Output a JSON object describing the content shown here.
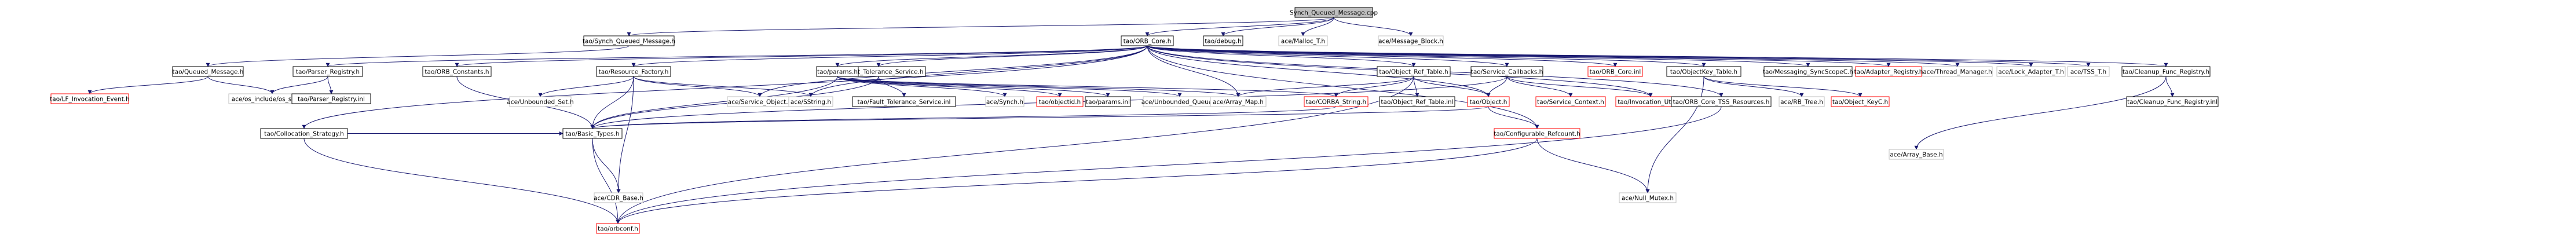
{
  "graph": {
    "root": "Synch_Queued_Message.cpp",
    "colors": {
      "root_fill": "#bfbfbf",
      "node_fill": "#ffffff",
      "border": "#000000",
      "missing_border": "#ff0000",
      "edge": "#191970"
    },
    "nodes": [
      {
        "id": "root",
        "label": "Synch_Queued_Message.cpp",
        "kind": "root"
      },
      {
        "id": "sqm_h",
        "label": "tao/Synch_Queued_Message.h",
        "kind": "doc"
      },
      {
        "id": "orb_core_h",
        "label": "tao/ORB_Core.h",
        "kind": "doc"
      },
      {
        "id": "debug_h",
        "label": "tao/debug.h",
        "kind": "doc"
      },
      {
        "id": "malloc_t",
        "label": "ace/Malloc_T.h",
        "kind": "plain"
      },
      {
        "id": "msg_block",
        "label": "ace/Message_Block.h",
        "kind": "plain"
      },
      {
        "id": "queued_msg",
        "label": "tao/Queued_Message.h",
        "kind": "doc"
      },
      {
        "id": "lf_inv_event",
        "label": "tao/LF_Invocation_Event.h",
        "kind": "missing"
      },
      {
        "id": "os_stddef",
        "label": "ace/os_include/os_stddef.h",
        "kind": "plain"
      },
      {
        "id": "parser_reg",
        "label": "tao/Parser_Registry.h",
        "kind": "doc"
      },
      {
        "id": "parser_reg_inl",
        "label": "tao/Parser_Registry.inl",
        "kind": "doc"
      },
      {
        "id": "collocation",
        "label": "tao/Collocation_Strategy.h",
        "kind": "doc"
      },
      {
        "id": "orb_consts",
        "label": "tao/ORB_Constants.h",
        "kind": "doc"
      },
      {
        "id": "res_factory",
        "label": "tao/Resource_Factory.h",
        "kind": "doc"
      },
      {
        "id": "unbounded_set",
        "label": "ace/Unbounded_Set.h",
        "kind": "plain"
      },
      {
        "id": "service_obj",
        "label": "ace/Service_Object.h",
        "kind": "plain"
      },
      {
        "id": "sstring",
        "label": "ace/SString.h",
        "kind": "plain"
      },
      {
        "id": "basic_types",
        "label": "tao/Basic_Types.h",
        "kind": "doc"
      },
      {
        "id": "cdr_base",
        "label": "ace/CDR_Base.h",
        "kind": "plain"
      },
      {
        "id": "orbconf",
        "label": "tao/orbconf.h",
        "kind": "missing"
      },
      {
        "id": "ft_service",
        "label": "tao/Fault_Tolerance_Service.h",
        "kind": "doc"
      },
      {
        "id": "ft_service_inl",
        "label": "tao/Fault_Tolerance_Service.inl",
        "kind": "doc"
      },
      {
        "id": "params_h",
        "label": "tao/params.h",
        "kind": "doc"
      },
      {
        "id": "synch_h",
        "label": "ace/Synch.h",
        "kind": "plain"
      },
      {
        "id": "objectid",
        "label": "tao/objectid.h",
        "kind": "missing"
      },
      {
        "id": "params_inl",
        "label": "tao/params.inl",
        "kind": "doc"
      },
      {
        "id": "unbounded_queue",
        "label": "ace/Unbounded_Queue.h",
        "kind": "plain"
      },
      {
        "id": "array_map",
        "label": "ace/Array_Map.h",
        "kind": "plain"
      },
      {
        "id": "corba_string",
        "label": "tao/CORBA_String.h",
        "kind": "missing"
      },
      {
        "id": "obj_ref_table",
        "label": "tao/Object_Ref_Table.h",
        "kind": "doc"
      },
      {
        "id": "obj_ref_table_inl",
        "label": "tao/Object_Ref_Table.inl",
        "kind": "doc"
      },
      {
        "id": "svc_callbacks",
        "label": "tao/Service_Callbacks.h",
        "kind": "doc"
      },
      {
        "id": "object_h",
        "label": "tao/Object.h",
        "kind": "missing"
      },
      {
        "id": "configurable_refcount",
        "label": "tao/Configurable_Refcount.h",
        "kind": "missing"
      },
      {
        "id": "service_context",
        "label": "tao/Service_Context.h",
        "kind": "missing"
      },
      {
        "id": "invocation_utils",
        "label": "tao/Invocation_Utils.h",
        "kind": "missing"
      },
      {
        "id": "null_mutex",
        "label": "ace/Null_Mutex.h",
        "kind": "plain"
      },
      {
        "id": "orb_core_inl",
        "label": "tao/ORB_Core.inl",
        "kind": "missing"
      },
      {
        "id": "orb_core_tss",
        "label": "tao/ORB_Core_TSS_Resources.h",
        "kind": "doc"
      },
      {
        "id": "objectkey_table",
        "label": "tao/ObjectKey_Table.h",
        "kind": "doc"
      },
      {
        "id": "rb_tree",
        "label": "ace/RB_Tree.h",
        "kind": "plain"
      },
      {
        "id": "object_keyc",
        "label": "tao/Object_KeyC.h",
        "kind": "missing"
      },
      {
        "id": "array_base",
        "label": "ace/Array_Base.h",
        "kind": "plain"
      },
      {
        "id": "msg_sync_scope",
        "label": "tao/Messaging_SyncScopeC.h",
        "kind": "doc"
      },
      {
        "id": "adapter_reg",
        "label": "tao/Adapter_Registry.h",
        "kind": "missing"
      },
      {
        "id": "thread_mgr",
        "label": "ace/Thread_Manager.h",
        "kind": "plain"
      },
      {
        "id": "lock_adapter",
        "label": "ace/Lock_Adapter_T.h",
        "kind": "plain"
      },
      {
        "id": "tss_t",
        "label": "ace/TSS_T.h",
        "kind": "plain"
      },
      {
        "id": "cleanup_reg",
        "label": "tao/Cleanup_Func_Registry.h",
        "kind": "doc"
      },
      {
        "id": "cleanup_reg_inl",
        "label": "tao/Cleanup_Func_Registry.inl",
        "kind": "doc"
      }
    ]
  }
}
